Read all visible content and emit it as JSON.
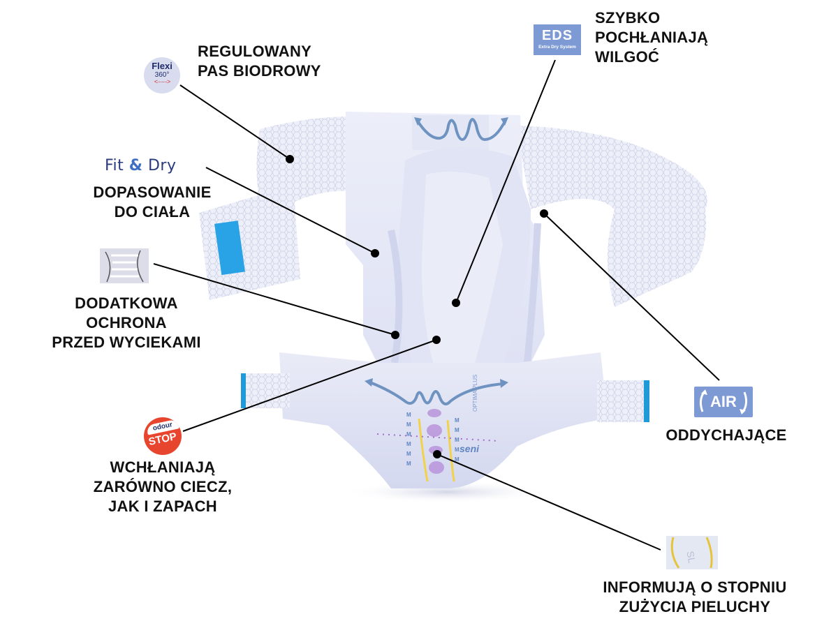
{
  "title": "Seni Optima Plus diaper features",
  "colors": {
    "diaper": "#e6e8f6",
    "diaper_shadow": "#c9cde8",
    "wave_arrow": "#6f93c0",
    "leader_line": "#000000",
    "badge_blue": "#7d9ad4",
    "tape_blue": "#1e9ad8",
    "odour_red": "#e8452e",
    "indicator_yellow": "#f2d24a",
    "indicator_purple": "#b58ad8"
  },
  "features": [
    {
      "id": "waistband",
      "icon": "flexi-360-icon",
      "badge_lines": [
        "Flexi",
        "360°",
        "<·······>"
      ],
      "lines": [
        "REGULOWANY",
        "PAS BIODROWY"
      ]
    },
    {
      "id": "fit",
      "icon": "fit-and-dry-logo",
      "badge_parts": [
        "Fit ",
        "&",
        " Dry"
      ],
      "lines": [
        "DOPASOWANIE",
        "DO CIAŁA"
      ]
    },
    {
      "id": "leak",
      "icon": "leak-barrier-icon",
      "lines": [
        "DODATKOWA",
        "OCHRONA",
        "PRZED WYCIEKAMI"
      ]
    },
    {
      "id": "odour",
      "icon": "odour-stop-icon",
      "badge_lines": [
        "odour",
        "STOP"
      ],
      "lines": [
        "WCHŁANIAJĄ",
        "ZARÓWNO CIECZ,",
        "JAK I ZAPACH"
      ]
    },
    {
      "id": "eds",
      "icon": "eds-icon",
      "badge_lines": [
        "EDS",
        "Extra Dry System"
      ],
      "lines": [
        "SZYBKO",
        "POCHŁANIAJĄ",
        "WILGOĆ"
      ]
    },
    {
      "id": "air",
      "icon": "air-icon",
      "badge_lines": [
        "AIR"
      ],
      "lines": [
        "ODDYCHAJĄCE"
      ]
    },
    {
      "id": "indicator",
      "icon": "wetness-indicator-icon",
      "lines": [
        "INFORMUJĄ O STOPNIU",
        "ZUŻYCIA PIELUCHY"
      ]
    }
  ],
  "product_print": {
    "brand": "seni",
    "model": "OPTIMA",
    "variant": "PLUS",
    "size_mark": "M"
  }
}
